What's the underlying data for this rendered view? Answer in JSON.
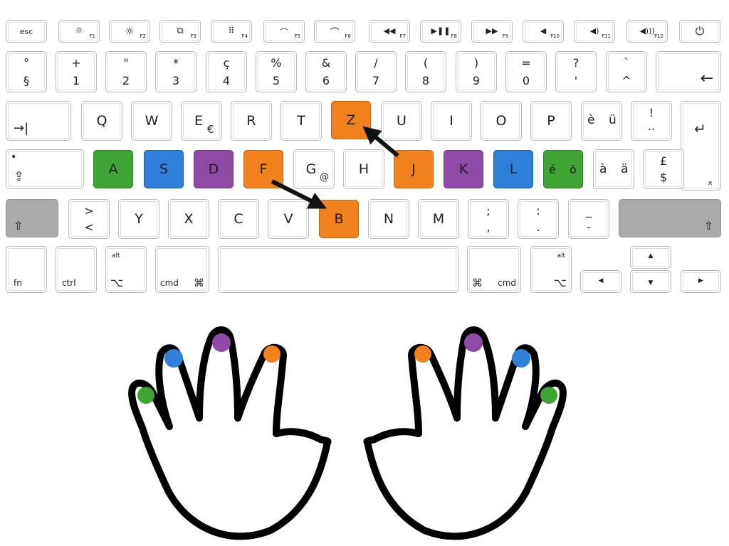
{
  "function_row": {
    "esc": "esc",
    "f1": "F1",
    "f2": "F2",
    "f3": "F3",
    "f4": "F4",
    "f5": "F5",
    "f6": "F6",
    "f7": "F7",
    "f8": "F8",
    "f9": "F9",
    "f10": "F10",
    "f11": "F11",
    "f12": "F12"
  },
  "number_row": {
    "k1_top": "°",
    "k1_bot": "§",
    "k2_top": "+",
    "k2_bot": "1",
    "k3_top": "\"",
    "k3_bot": "2",
    "k4_top": "*",
    "k4_bot": "3",
    "k5_top": "ç",
    "k5_bot": "4",
    "k6_top": "%",
    "k6_bot": "5",
    "k7_top": "&",
    "k7_bot": "6",
    "k8_top": "/",
    "k8_bot": "7",
    "k9_top": "(",
    "k9_bot": "8",
    "k10_top": ")",
    "k10_bot": "9",
    "k11_top": "=",
    "k11_bot": "0",
    "k12_top": "?",
    "k12_bot": "'",
    "k13_top": "`",
    "k13_bot": "^",
    "backspace": "←"
  },
  "top_row": {
    "tab": "→|",
    "q": "Q",
    "w": "W",
    "e": "E",
    "e_alt": "€",
    "r": "R",
    "t": "T",
    "z": "Z",
    "u": "U",
    "i": "I",
    "o": "O",
    "p": "P",
    "k11_a": "è",
    "k11_b": "ü",
    "k12_top": "!",
    "k12_bot": "..",
    "return": "↵"
  },
  "home_row": {
    "caps": "⇪",
    "a": "A",
    "s": "S",
    "d": "D",
    "f": "F",
    "g": "G",
    "g_alt": "@",
    "h": "H",
    "j": "J",
    "k": "K",
    "l": "L",
    "k10_a": "é",
    "k10_b": "ö",
    "k11_a": "à",
    "k11_b": "ä",
    "k12_top": "£",
    "k12_bot": "$",
    "return_mark": "⌅"
  },
  "bottom_row": {
    "lshift": "⇧",
    "k1_top": ">",
    "k1_bot": "<",
    "y": "Y",
    "x": "X",
    "c": "C",
    "v": "V",
    "b": "B",
    "n": "N",
    "m": "M",
    "k9_top": ";",
    "k9_bot": ",",
    "k10_top": ":",
    "k10_bot": ".",
    "k11_top": "_",
    "k11_bot": "-",
    "rshift": "⇧"
  },
  "modifier_row": {
    "fn": "fn",
    "ctrl": "ctrl",
    "alt": "alt",
    "alt_sym": "⌥",
    "cmd": "cmd",
    "cmd_sym": "⌘",
    "cmd_r": "cmd",
    "cmd_r_sym": "⌘",
    "alt_r": "alt",
    "alt_r_sym": "⌥",
    "left": "◀",
    "up": "▲",
    "down": "▼",
    "right": "▶"
  },
  "colors": {
    "orange": "#f0811d",
    "green": "#3ea535",
    "blue": "#2e80d8",
    "purple": "#8f4aa6",
    "gray": "#a9aaa9"
  }
}
